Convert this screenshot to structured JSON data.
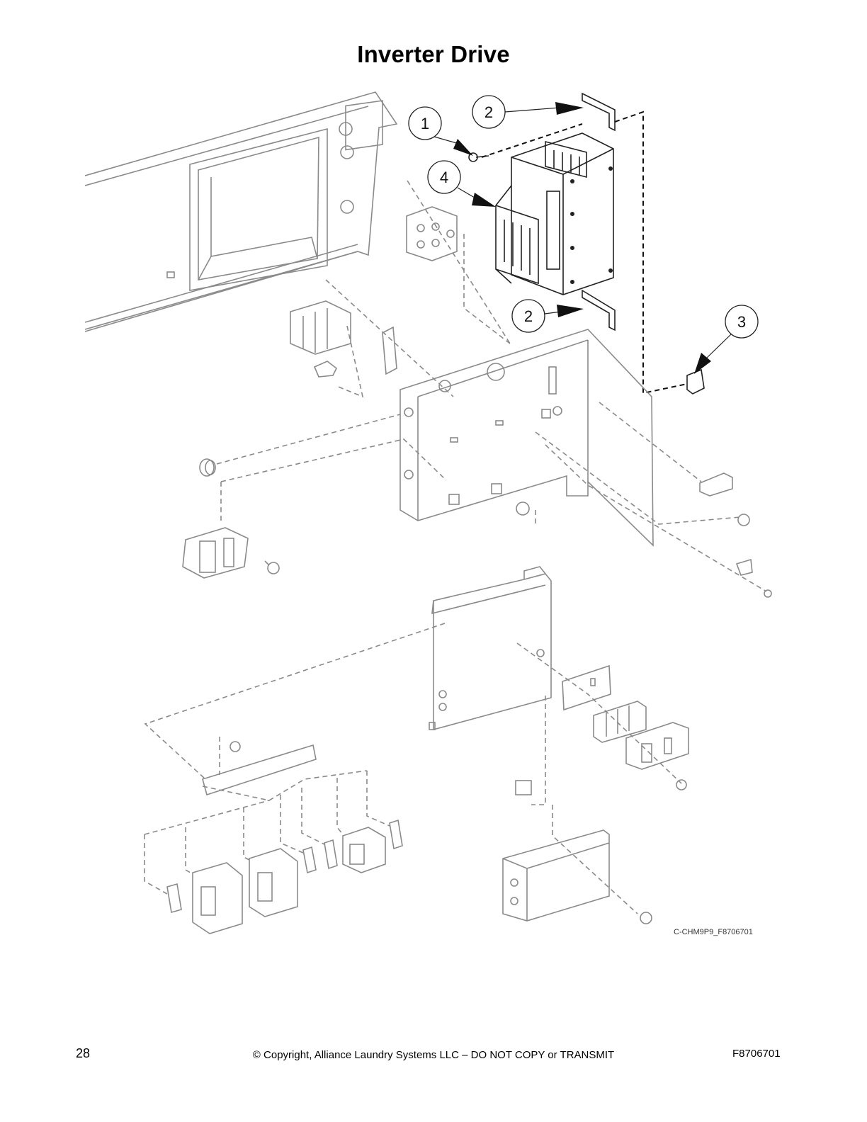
{
  "title": "Inverter Drive",
  "callouts": [
    "1",
    "2",
    "4",
    "2",
    "3"
  ],
  "drawing_id": "C-CHM9P9_F8706701",
  "footer": {
    "page_number": "28",
    "copyright": "© Copyright, Alliance Laundry Systems LLC – DO NOT COPY or TRANSMIT",
    "doc_number": "F8706701"
  }
}
